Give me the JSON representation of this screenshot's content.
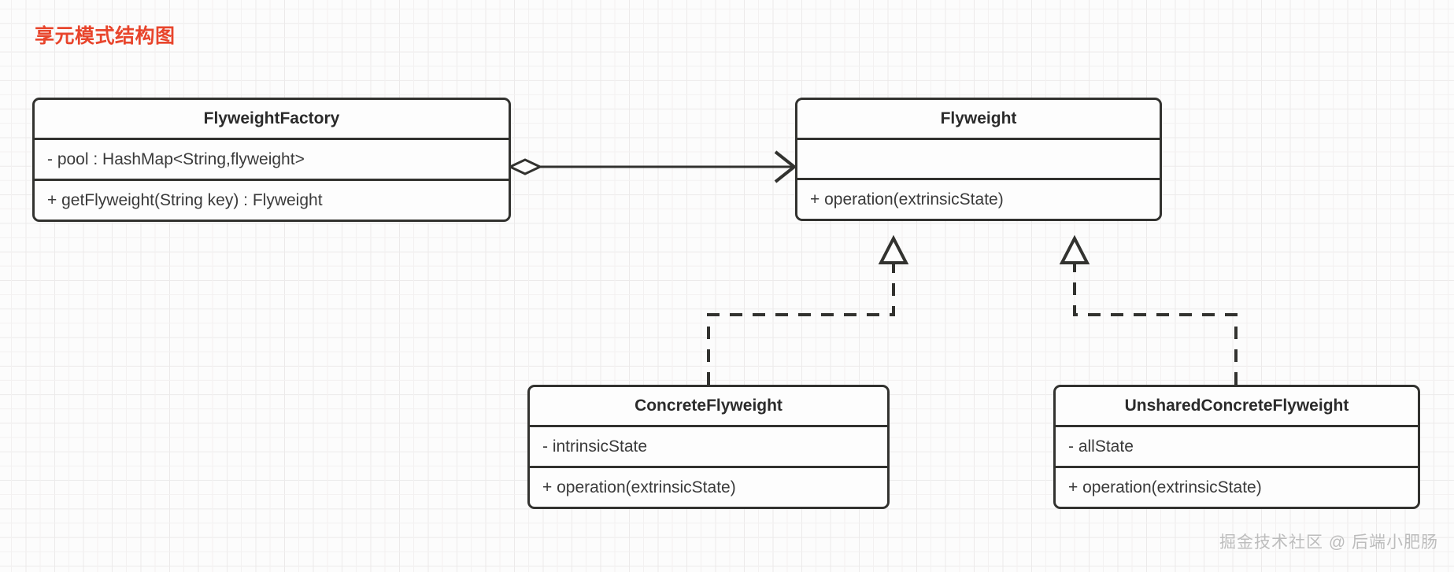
{
  "page": {
    "title": "享元模式结构图",
    "title_color": "#e8452c",
    "background_color": "#fcfcfc",
    "grid_color": "#eceaea",
    "stroke_color": "#32322f",
    "box_fill": "#fdfdfd",
    "watermark": "掘金技术社区 @ 后端小肥肠"
  },
  "classes": {
    "flyweight_factory": {
      "name": "FlyweightFactory",
      "attributes": [
        "- pool : HashMap<String,flyweight>"
      ],
      "operations": [
        "+ getFlyweight(String key) : Flyweight"
      ]
    },
    "flyweight": {
      "name": "Flyweight",
      "attributes": [
        ""
      ],
      "operations": [
        "+ operation(extrinsicState)"
      ]
    },
    "concrete_flyweight": {
      "name": "ConcreteFlyweight",
      "attributes": [
        "- intrinsicState"
      ],
      "operations": [
        "+ operation(extrinsicState)"
      ]
    },
    "unshared_concrete_flyweight": {
      "name": "UnsharedConcreteFlyweight",
      "attributes": [
        "- allState"
      ],
      "operations": [
        "+ operation(extrinsicState)"
      ]
    }
  },
  "relationships": [
    {
      "id": "aggregation",
      "from": "FlyweightFactory",
      "to": "Flyweight",
      "type": "aggregation",
      "line": "solid",
      "source_marker": "hollow-diamond",
      "target_marker": "open-arrow"
    },
    {
      "id": "realization-concrete",
      "from": "ConcreteFlyweight",
      "to": "Flyweight",
      "type": "realization",
      "line": "dashed",
      "source_marker": "none",
      "target_marker": "hollow-triangle"
    },
    {
      "id": "realization-unshared",
      "from": "UnsharedConcreteFlyweight",
      "to": "Flyweight",
      "type": "realization",
      "line": "dashed",
      "source_marker": "none",
      "target_marker": "hollow-triangle"
    }
  ]
}
